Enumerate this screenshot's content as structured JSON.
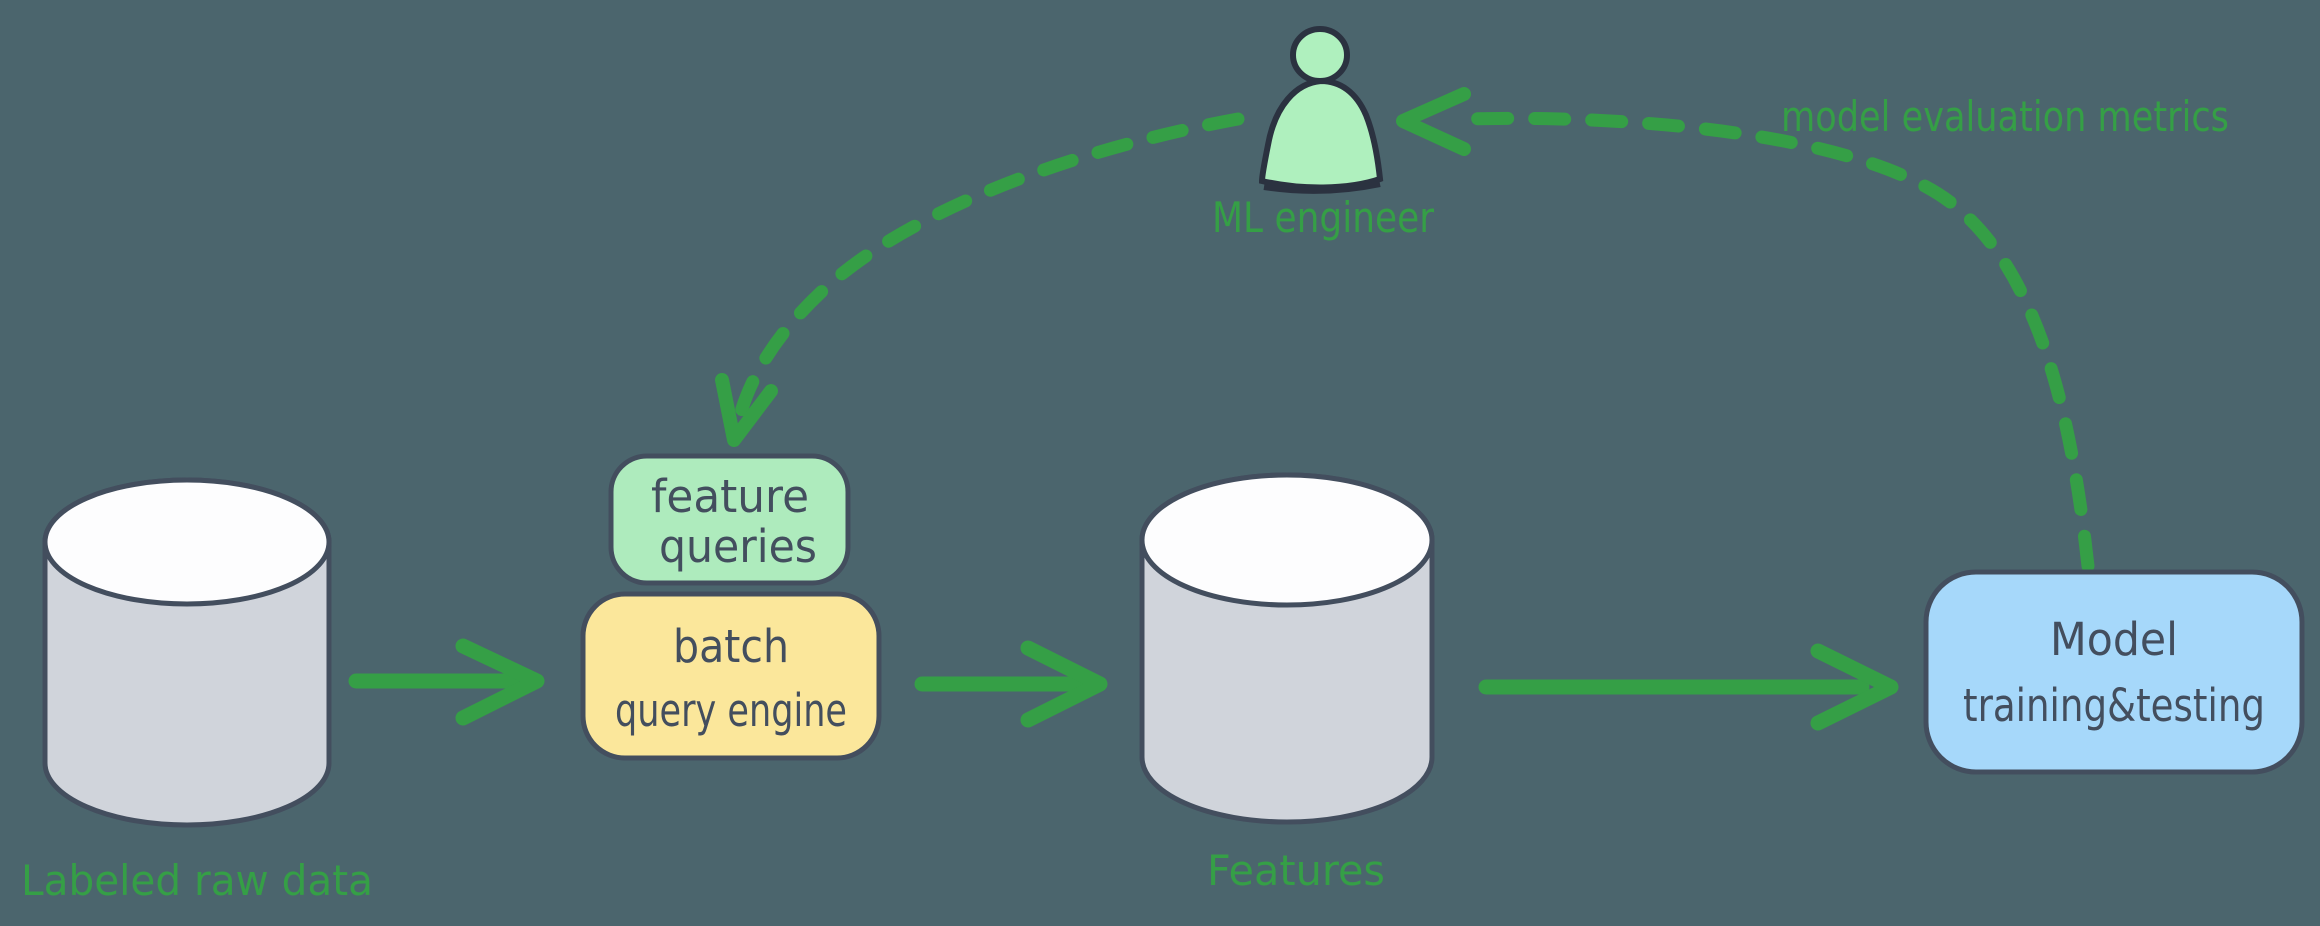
{
  "diagram": {
    "background": "#4B656D",
    "colors": {
      "green": "#359F46",
      "outline": "#434E5E",
      "cylinder_body": "#D0D4DB",
      "cylinder_top": "#FDFDFE",
      "person_fill": "#AFF0BE",
      "feature_queries_fill": "#AEEBBD",
      "batch_engine_fill": "#FBE79B",
      "model_box_fill": "#A6D8FA"
    },
    "nodes": {
      "raw_data": {
        "type": "datastore",
        "label": "Labeled raw data"
      },
      "feature_queries": {
        "type": "process",
        "line1": "feature",
        "line2": "queries"
      },
      "batch_engine": {
        "type": "process",
        "line1": "batch",
        "line2": "query engine"
      },
      "features": {
        "type": "datastore",
        "label": "Features"
      },
      "model_training": {
        "type": "process",
        "line1": "Model",
        "line2": "training&testing"
      },
      "ml_engineer": {
        "type": "actor",
        "label": "ML engineer"
      }
    },
    "edges": {
      "metrics_label": "model evaluation metrics"
    }
  }
}
